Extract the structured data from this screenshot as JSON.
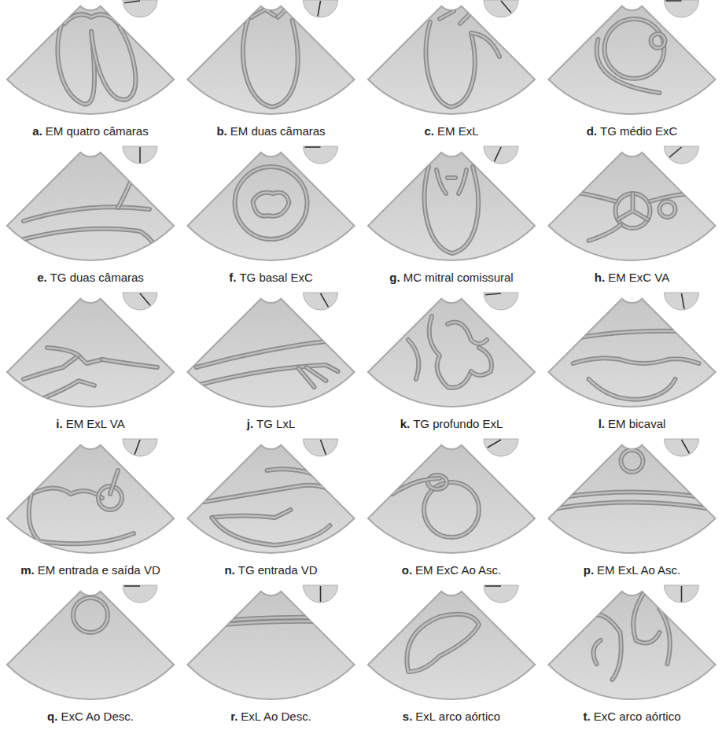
{
  "diagram": {
    "labels": [
      "a.",
      "EM quatro câmaras",
      "b.",
      "EM duas câmaras",
      "c.",
      "EM ExL",
      "d.",
      "TG médio ExC",
      "e.",
      "TG duas câmaras",
      "f.",
      "TG basal ExC",
      "g.",
      "MC mitral comissural",
      "h.",
      "EM ExC VA",
      "i.",
      "EM ExL VA",
      "j.",
      "TG LxL",
      "k.",
      "TG profundo ExL",
      "l.",
      "EM bicaval",
      "m.",
      "EM entrada e saída VD",
      "n.",
      "TG entrada VD",
      "o.",
      "EM ExC Ao Asc.",
      "p.",
      "EM ExL Ao Asc.",
      "q.",
      "ExC Ao Desc.",
      "r.",
      "ExL Ao Desc.",
      "s.",
      "ExL arco aórtico",
      "t.",
      "ExC arco aórtico"
    ]
  }
}
